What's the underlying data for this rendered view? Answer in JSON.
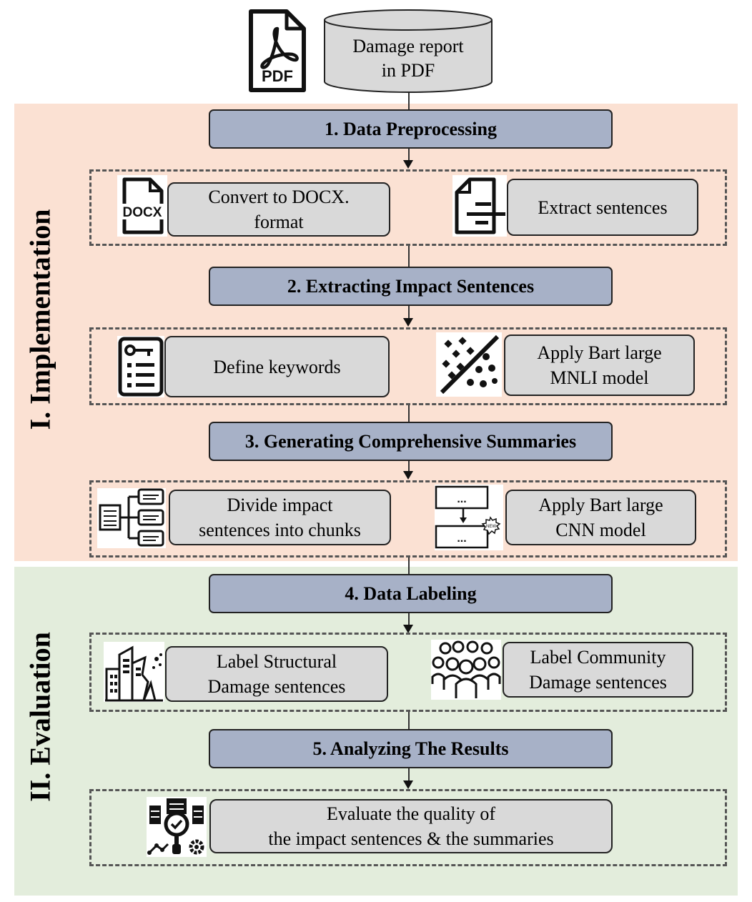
{
  "source": {
    "label": "Damage report\nin PDF",
    "pdf_icon_text": "PDF"
  },
  "phases": [
    {
      "label": "I. Implementation"
    },
    {
      "label": "II. Evaluation"
    }
  ],
  "steps": [
    {
      "title": "1. Data Preprocessing",
      "tasks": [
        {
          "label": "Convert to DOCX.\nformat",
          "icon": "docx-file-icon",
          "icon_text": "DOCX"
        },
        {
          "label": "Extract sentences",
          "icon": "document-extract-icon"
        }
      ]
    },
    {
      "title": "2. Extracting Impact Sentences",
      "tasks": [
        {
          "label": "Define keywords",
          "icon": "key-checklist-icon"
        },
        {
          "label": "Apply Bart large\nMNLI model",
          "icon": "classification-dots-icon"
        }
      ]
    },
    {
      "title": "3. Generating Comprehensive Summaries",
      "tasks": [
        {
          "label": "Divide impact\nsentences into chunks",
          "icon": "chunk-tree-icon"
        },
        {
          "label": "Apply Bart large\nCNN model",
          "icon": "summary-flow-icon",
          "icon_box_text": "...",
          "icon_badge_text": "NEW"
        }
      ]
    },
    {
      "title": "4. Data Labeling",
      "tasks": [
        {
          "label": "Label Structural\nDamage sentences",
          "icon": "damaged-building-icon"
        },
        {
          "label": "Label Community\nDamage sentences",
          "icon": "community-people-icon"
        }
      ]
    },
    {
      "title": "5. Analyzing The Results",
      "tasks": [
        {
          "label": "Evaluate the quality of\nthe impact sentences & the summaries",
          "icon": "quality-analysis-icon"
        }
      ]
    }
  ]
}
